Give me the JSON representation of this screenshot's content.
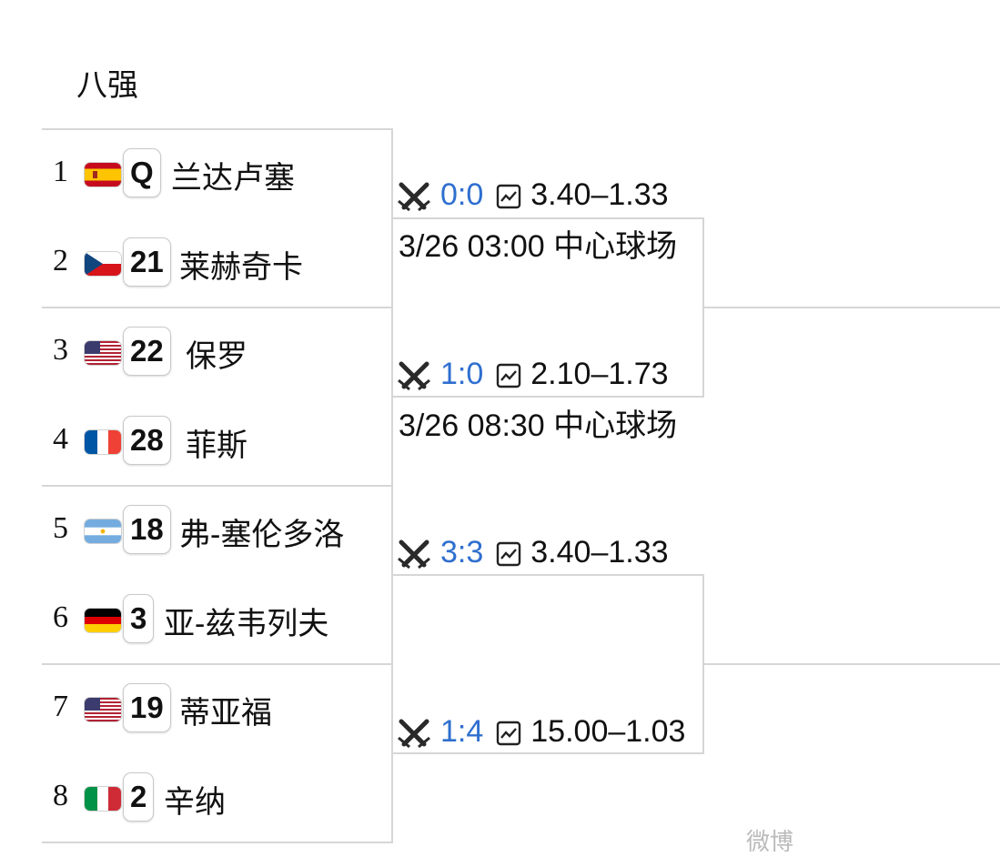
{
  "title": "八强",
  "players": [
    {
      "seed": "1",
      "flag": "spain",
      "badge": "Q",
      "name": "兰达卢塞"
    },
    {
      "seed": "2",
      "flag": "czech",
      "badge": "21",
      "name": "莱赫奇卡"
    },
    {
      "seed": "3",
      "flag": "usa",
      "badge": "22",
      "name": "保罗"
    },
    {
      "seed": "4",
      "flag": "france",
      "badge": "28",
      "name": "菲斯"
    },
    {
      "seed": "5",
      "flag": "argentina",
      "badge": "18",
      "name": "弗-塞伦多洛"
    },
    {
      "seed": "6",
      "flag": "germany",
      "badge": "3",
      "name": "亚-兹韦列夫"
    },
    {
      "seed": "7",
      "flag": "usa",
      "badge": "19",
      "name": "蒂亚福"
    },
    {
      "seed": "8",
      "flag": "italy",
      "badge": "2",
      "name": "辛纳"
    }
  ],
  "matches": [
    {
      "score": "0:0",
      "odds": "3.40–1.33",
      "schedule": "3/26 03:00 中心球场"
    },
    {
      "score": "1:0",
      "odds": "2.10–1.73",
      "schedule": "3/26 08:30 中心球场"
    },
    {
      "score": "3:3",
      "odds": "3.40–1.33",
      "schedule": ""
    },
    {
      "score": "1:4",
      "odds": "15.00–1.03",
      "schedule": ""
    }
  ],
  "colors": {
    "score": "#2f6fcf",
    "line": "#d6d6d6"
  },
  "watermark": "微博"
}
